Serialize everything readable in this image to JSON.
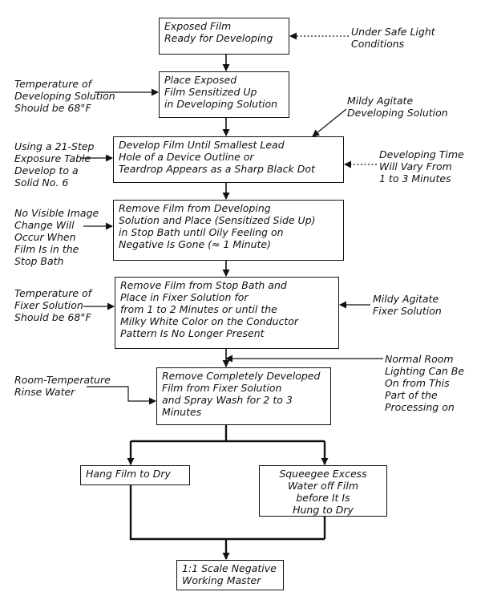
{
  "steps": {
    "s1": [
      "Exposed Film",
      "Ready for Developing"
    ],
    "s2": [
      "Place Exposed",
      "Film Sensitized Up",
      "in Developing Solution"
    ],
    "s3": [
      "Develop Film Until Smallest Lead",
      "Hole of a Device Outline or",
      "Teardrop Appears as a Sharp Black Dot"
    ],
    "s4": [
      "Remove Film from Developing",
      "Solution and Place (Sensitized Side Up)",
      "in Stop Bath until Oily Feeling on",
      "Negative Is Gone (≈ 1 Minute)"
    ],
    "s5": [
      "Remove Film from Stop Bath and",
      "Place in Fixer Solution for",
      "from 1 to 2 Minutes or until the",
      "Milky White Color on the Conductor",
      "Pattern Is No Longer Present"
    ],
    "s6": [
      "Remove Completely Developed",
      "Film from Fixer Solution",
      "and Spray Wash for 2 to 3",
      "Minutes"
    ],
    "s7": [
      "Hang Film to Dry"
    ],
    "s8": [
      "Squeegee Excess",
      "Water off Film",
      "before It Is",
      "Hung to Dry"
    ],
    "s9": [
      "1:1 Scale Negative",
      "Working Master"
    ]
  },
  "notes": {
    "n1": [
      "Under Safe Light",
      "Conditions"
    ],
    "n2": [
      "Temperature of",
      "Developing Solution",
      "Should be 68°F"
    ],
    "n3": [
      "Mildy Agitate",
      "Developing Solution"
    ],
    "n4": [
      "Using a 21-Step",
      "Exposure Table",
      "Develop to a",
      "Solid No. 6"
    ],
    "n5": [
      "Developing Time",
      "Will Vary From",
      "1 to 3 Minutes"
    ],
    "n6": [
      "No Visible Image",
      "Change Will",
      "Occur When",
      "Film Is in the",
      "Stop Bath"
    ],
    "n7": [
      "Temperature of",
      "Fixer Solution",
      "Should be 68°F"
    ],
    "n8": [
      "Mildy Agitate",
      "Fixer Solution"
    ],
    "n9": [
      "Normal Room",
      "Lighting Can Be",
      "On from This",
      "Part of the",
      "Processing on"
    ],
    "n10": [
      "Room-Temperature",
      "Rinse Water"
    ]
  }
}
